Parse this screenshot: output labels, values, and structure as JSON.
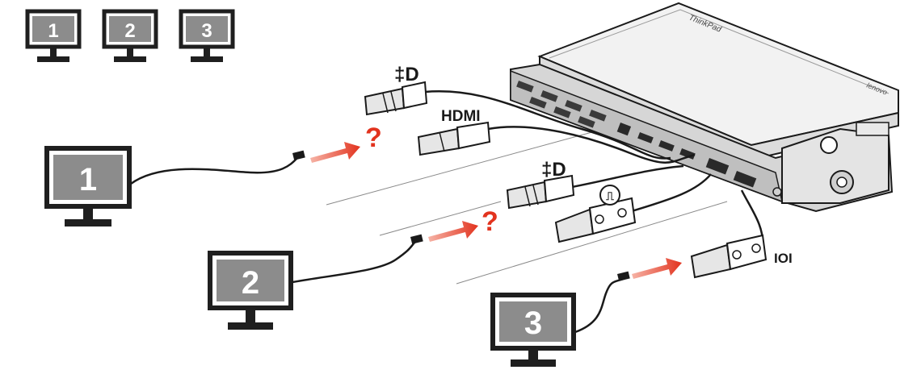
{
  "legend": {
    "monitors": [
      {
        "number": "1"
      },
      {
        "number": "2"
      },
      {
        "number": "3"
      }
    ]
  },
  "monitors": [
    {
      "number": "1"
    },
    {
      "number": "2"
    },
    {
      "number": "3"
    }
  ],
  "connectors": {
    "displayport_top_label": "‡D",
    "hdmi_label": "HDMI",
    "displayport_mid_label": "‡D",
    "dvi_label": "⎍",
    "vga_label": "IOI"
  },
  "laptop": {
    "brand_top": "ThinkPad",
    "brand_side": "lenovo"
  },
  "question_mark": "?",
  "colors": {
    "screen_gray": "#8c8c8c",
    "frame": "#1f1f1f",
    "arrow_red": "#e2331e",
    "cable": "#1a1a1a",
    "dock": "#d9d9d9",
    "laptop": "#f1f1f1"
  }
}
